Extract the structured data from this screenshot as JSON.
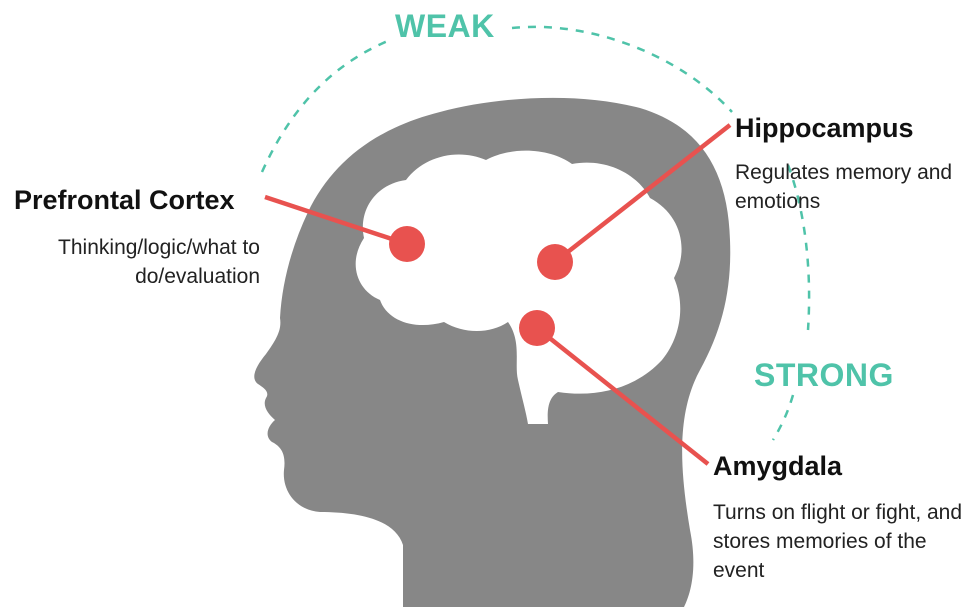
{
  "colors": {
    "head": "#878787",
    "brain": "#ffffff",
    "accent": "#e8524f",
    "scale": "#4fc3a9",
    "title_text": "#111111",
    "body_text": "#222222"
  },
  "scale": {
    "weak": "WEAK",
    "strong": "STRONG"
  },
  "regions": {
    "prefrontal": {
      "title": "Prefrontal Cortex",
      "description": "Thinking/logic/what to do/evaluation"
    },
    "hippocampus": {
      "title": "Hippocampus",
      "description": "Regulates memory and emotions"
    },
    "amygdala": {
      "title": "Amygdala",
      "description": "Turns on flight or fight, and stores memories of the event"
    }
  }
}
